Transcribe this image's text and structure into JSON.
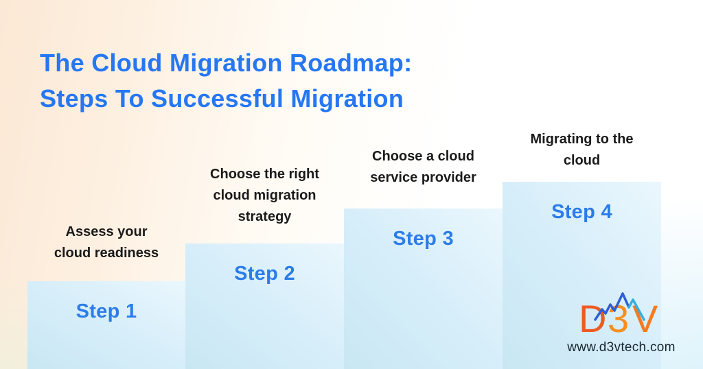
{
  "title": {
    "line1": "The Cloud Migration Roadmap:",
    "line2": "Steps To Successful Migration"
  },
  "steps": [
    {
      "name": "Step 1",
      "description_lines": [
        "Assess your",
        "cloud readiness"
      ]
    },
    {
      "name": "Step 2",
      "description_lines": [
        "Choose the right",
        "cloud migration",
        "strategy"
      ]
    },
    {
      "name": "Step 3",
      "description_lines": [
        "Choose a cloud",
        "service provider"
      ]
    },
    {
      "name": "Step 4",
      "description_lines": [
        "Migrating to the",
        "cloud"
      ]
    }
  ],
  "branding": {
    "logo_letters": [
      "D",
      "3",
      "V"
    ],
    "website": "www.d3vtech.com"
  },
  "colors": {
    "title_blue": "#2577f3",
    "step_blue": "#2b7ce9",
    "label_dark": "#1a1a1a",
    "box_gradient_start": "#c8e7f3",
    "box_gradient_end": "#eaf7fd",
    "bg_peach": "#fce8d5",
    "bg_cyan": "#d6f0fa",
    "logo_orange_d": "#ee5a24",
    "logo_orange_3": "#f68e1e",
    "logo_orange_v": "#f47b20",
    "logo_mountain_blue": "#2e5fd3",
    "logo_mountain_teal": "#35aedd"
  }
}
